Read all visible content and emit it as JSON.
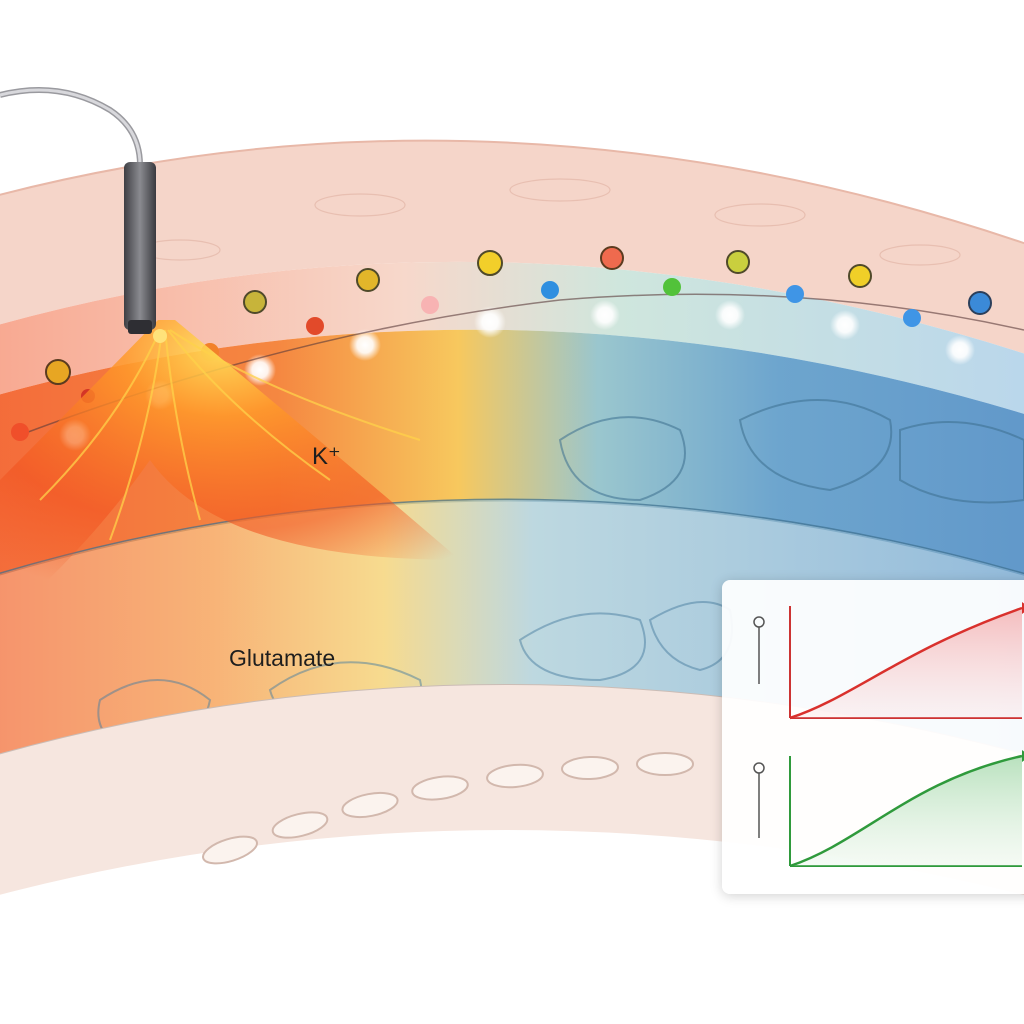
{
  "labels": {
    "potassium": "K⁺",
    "glutamate": "Glutamate"
  },
  "colors": {
    "hot": "#ef4a1c",
    "warm": "#f7a21d",
    "yellow": "#f3cf45",
    "cool": "#4d93c2",
    "tissue": "#f6dbd2",
    "curve_top": "#d9312d",
    "curve_bottom": "#2f9a3c"
  },
  "icons": [
    "electrode-icon",
    "pin-icon"
  ],
  "inset": {
    "top_curve": {
      "color": "red",
      "trend": "rising"
    },
    "bottom_curve": {
      "color": "green",
      "trend": "rising"
    }
  }
}
